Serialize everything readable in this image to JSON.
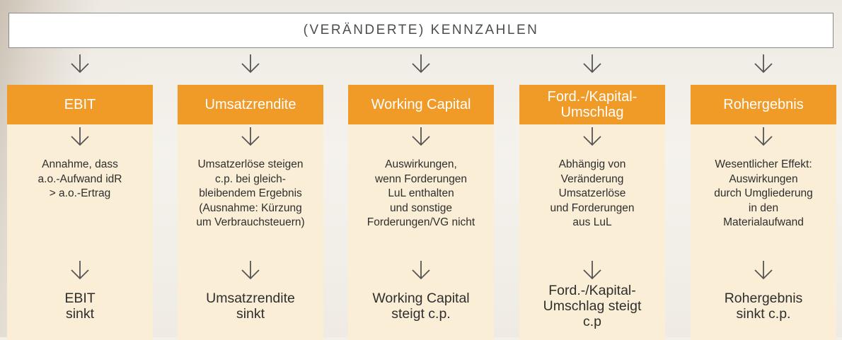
{
  "header": {
    "title": "(VERÄNDERTE) KENNZAHLEN"
  },
  "colors": {
    "accent": "#f09a28",
    "panel": "#fbeed7",
    "arrow": "#555555",
    "text": "#2e2e2e"
  },
  "columns": [
    {
      "title": [
        "EBIT"
      ],
      "description": [
        "Annahme, dass",
        "a.o.-Aufwand idR",
        "> a.o.-Ertrag"
      ],
      "result": [
        "EBIT",
        "sinkt"
      ]
    },
    {
      "title": [
        "Umsatzrendite"
      ],
      "description": [
        "Umsatzerlöse steigen",
        "c.p. bei gleich-",
        "bleibendem Ergebnis",
        "(Ausnahme: Kürzung",
        "um Verbrauchsteuern)"
      ],
      "result": [
        "Umsatzrendite",
        "sinkt"
      ]
    },
    {
      "title": [
        "Working Capital"
      ],
      "description": [
        "Auswirkungen,",
        "wenn Forderungen",
        "LuL enthalten",
        "und sonstige",
        "Forderungen/VG nicht"
      ],
      "result": [
        "Working Capital",
        "steigt c.p."
      ]
    },
    {
      "title": [
        "Ford.-/Kapital-",
        "Umschlag"
      ],
      "description": [
        "Abhängig von",
        "Veränderung",
        "Umsatzerlöse",
        "und Forderungen",
        "aus LuL"
      ],
      "result": [
        "Ford.-/Kapital-",
        "Umschlag steigt",
        "c.p"
      ]
    },
    {
      "title": [
        "Rohergebnis"
      ],
      "description": [
        "Wesentlicher Effekt:",
        "Auswirkungen",
        "durch Umgliederung",
        "in den",
        "Materialaufwand"
      ],
      "result": [
        "Rohergebnis",
        "sinkt c.p."
      ]
    }
  ]
}
